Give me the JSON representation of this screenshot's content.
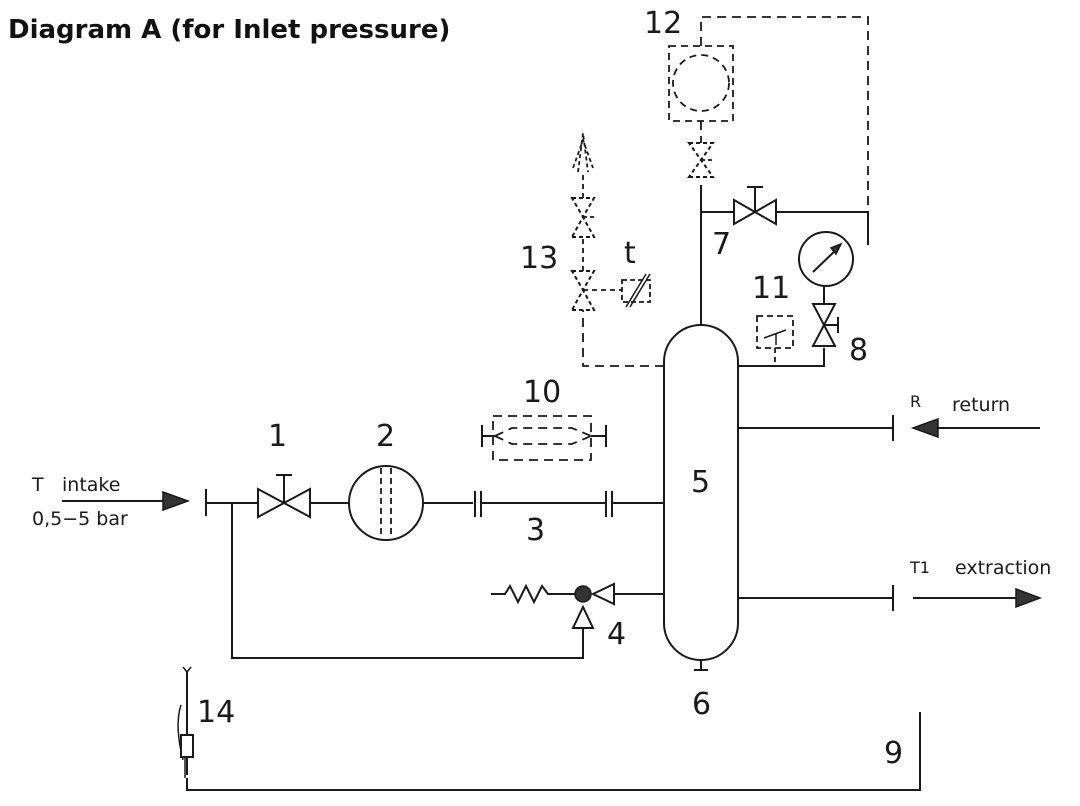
{
  "title": "Diagram A (for Inlet pressure)",
  "labels": {
    "n1": "1",
    "n2": "2",
    "n3": "3",
    "n4": "4",
    "n5": "5",
    "n6": "6",
    "n7": "7",
    "n8": "8",
    "n9": "9",
    "n10": "10",
    "n11": "11",
    "n12": "12",
    "n13": "13",
    "n14": "14",
    "t": "t"
  },
  "streams": {
    "intake_code": "T",
    "intake_label": "intake",
    "intake_pressure": "0,5−5  bar",
    "return_code": "R",
    "return_label": "return",
    "extraction_code": "T1",
    "extraction_label": "extraction"
  }
}
